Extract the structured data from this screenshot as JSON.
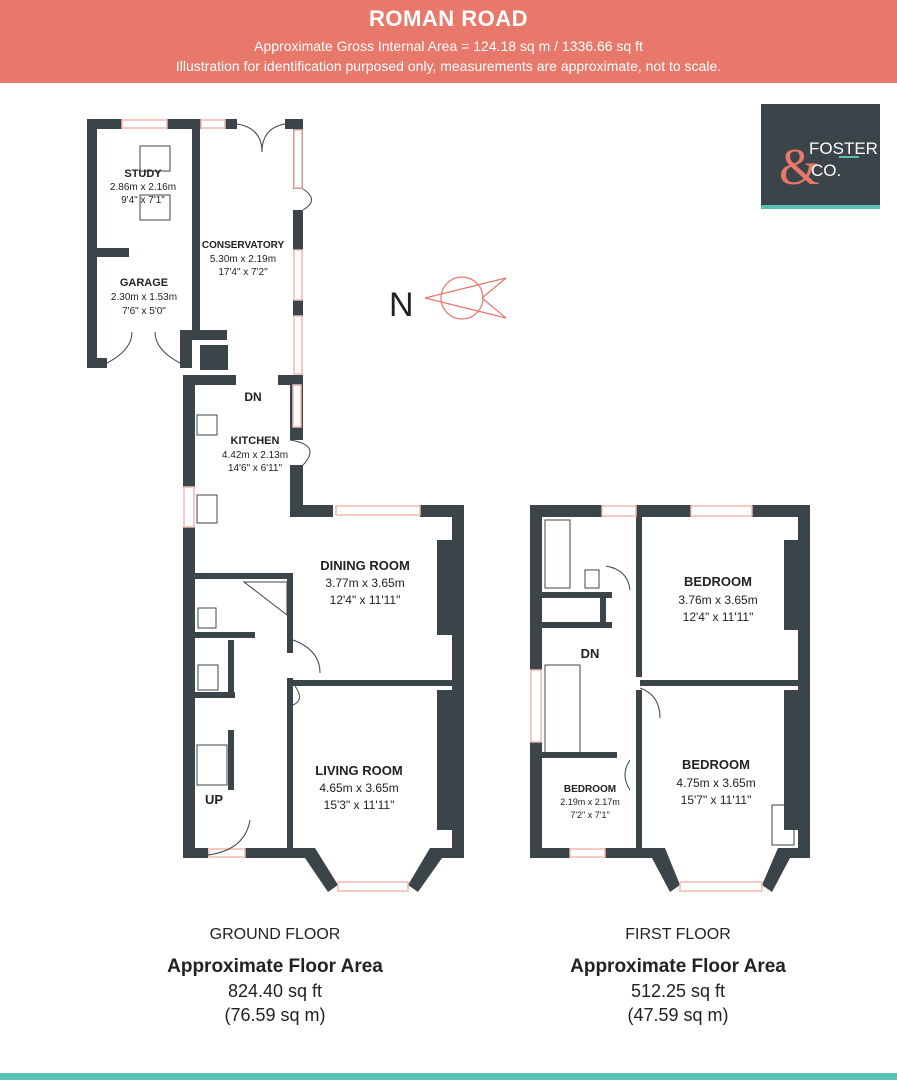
{
  "header": {
    "title": "ROMAN ROAD",
    "area_line": "Approximate Gross Internal Area = 124.18 sq m / 1336.66 sq ft",
    "disclaimer": "Illustration for identification purposed only, measurements are approximate, not to scale."
  },
  "logo": {
    "line1": "FOSTER",
    "line2": "CO.",
    "ampersand": "&"
  },
  "compass": {
    "label": "N"
  },
  "ground_floor": {
    "name": "GROUND FLOOR",
    "area_title": "Approximate Floor Area",
    "area_sqft": "824.40 sq ft",
    "area_sqm": "(76.59 sq m)",
    "markers": {
      "dn": "DN",
      "up": "UP"
    },
    "rooms": {
      "study": {
        "name": "STUDY",
        "metric": "2.86m x 2.16m",
        "imperial": "9'4\" x 7'1\""
      },
      "garage": {
        "name": "GARAGE",
        "metric": "2.30m x 1.53m",
        "imperial": "7'6\" x 5'0\""
      },
      "conservatory": {
        "name": "CONSERVATORY",
        "metric": "5.30m x 2.19m",
        "imperial": "17'4\" x 7'2\""
      },
      "kitchen": {
        "name": "KITCHEN",
        "metric": "4.42m x 2.13m",
        "imperial": "14'6\" x 6'11\""
      },
      "dining": {
        "name": "DINING ROOM",
        "metric": "3.77m x 3.65m",
        "imperial": "12'4\" x 11'11\""
      },
      "living": {
        "name": "LIVING ROOM",
        "metric": "4.65m x 3.65m",
        "imperial": "15'3\" x 11'11\""
      }
    }
  },
  "first_floor": {
    "name": "FIRST FLOOR",
    "area_title": "Approximate Floor Area",
    "area_sqft": "512.25 sq ft",
    "area_sqm": "(47.59 sq m)",
    "markers": {
      "dn": "DN"
    },
    "rooms": {
      "bedroom1": {
        "name": "BEDROOM",
        "metric": "3.76m x 3.65m",
        "imperial": "12'4\" x 11'11\""
      },
      "bedroom2": {
        "name": "BEDROOM",
        "metric": "4.75m x 3.65m",
        "imperial": "15'7\" x 11'11\""
      },
      "bedroom3": {
        "name": "BEDROOM",
        "metric": "2.19m x 2.17m",
        "imperial": "7'2\" x 7'1\""
      }
    }
  },
  "colors": {
    "header_bg": "#e8786a",
    "wall": "#3b4449",
    "accent": "#5bc0b4",
    "window": "#f3b9ad"
  }
}
